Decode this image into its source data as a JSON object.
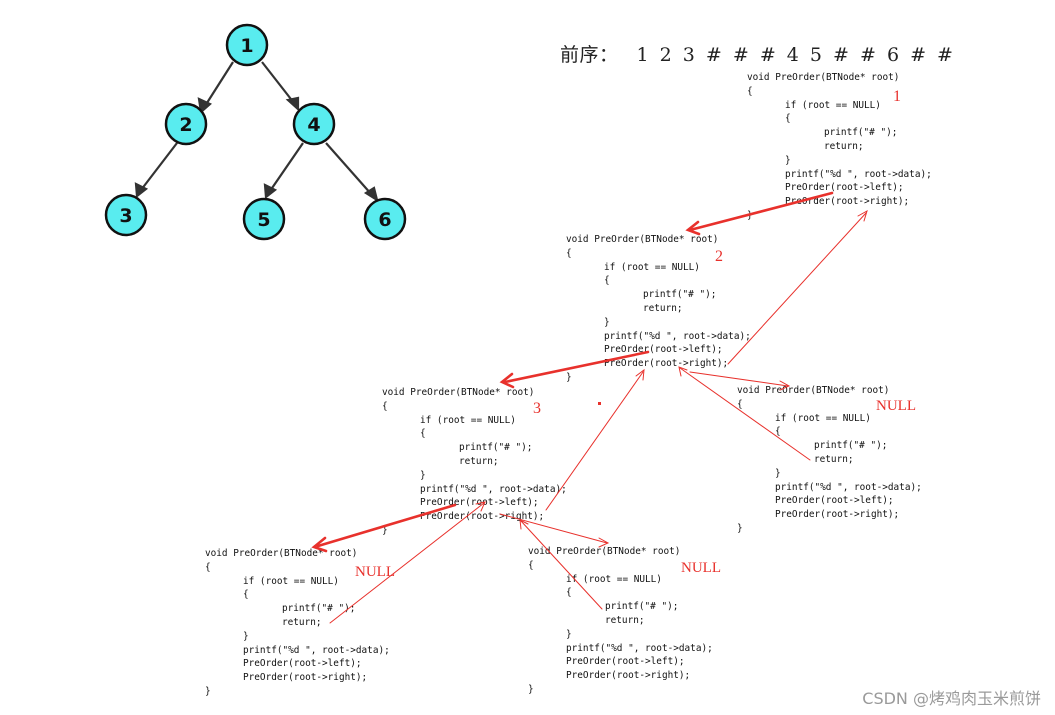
{
  "tree": {
    "nodes": [
      "1",
      "2",
      "3",
      "4",
      "5",
      "6"
    ],
    "edges": [
      [
        "1",
        "2"
      ],
      [
        "1",
        "4"
      ],
      [
        "2",
        "3"
      ],
      [
        "4",
        "5"
      ],
      [
        "4",
        "6"
      ]
    ]
  },
  "preorder": {
    "label": "前序：",
    "sequence": "1 2 3 # # # 4 5 # # 6 # #"
  },
  "code": {
    "header": "void PreOrder(BTNode* root)",
    "open": "{",
    "if_line": "if (root == NULL)",
    "if_open": "{",
    "print_null": "printf(\"# \");",
    "ret": "return;",
    "if_close": "}",
    "print_data": "printf(\"%d \", root->data);",
    "left_call": "PreOrder(root->left);",
    "right_call": "PreOrder(root->right);",
    "close": "}"
  },
  "markers": {
    "n1": "1",
    "n2": "2",
    "n3": "3",
    "null_a": "NULL",
    "null_b": "NULL",
    "null_c": "NULL"
  },
  "watermark": "CSDN @烤鸡肉玉米煎饼",
  "colors": {
    "node_fill": "#59ecef",
    "arrow": "#e8312c"
  }
}
